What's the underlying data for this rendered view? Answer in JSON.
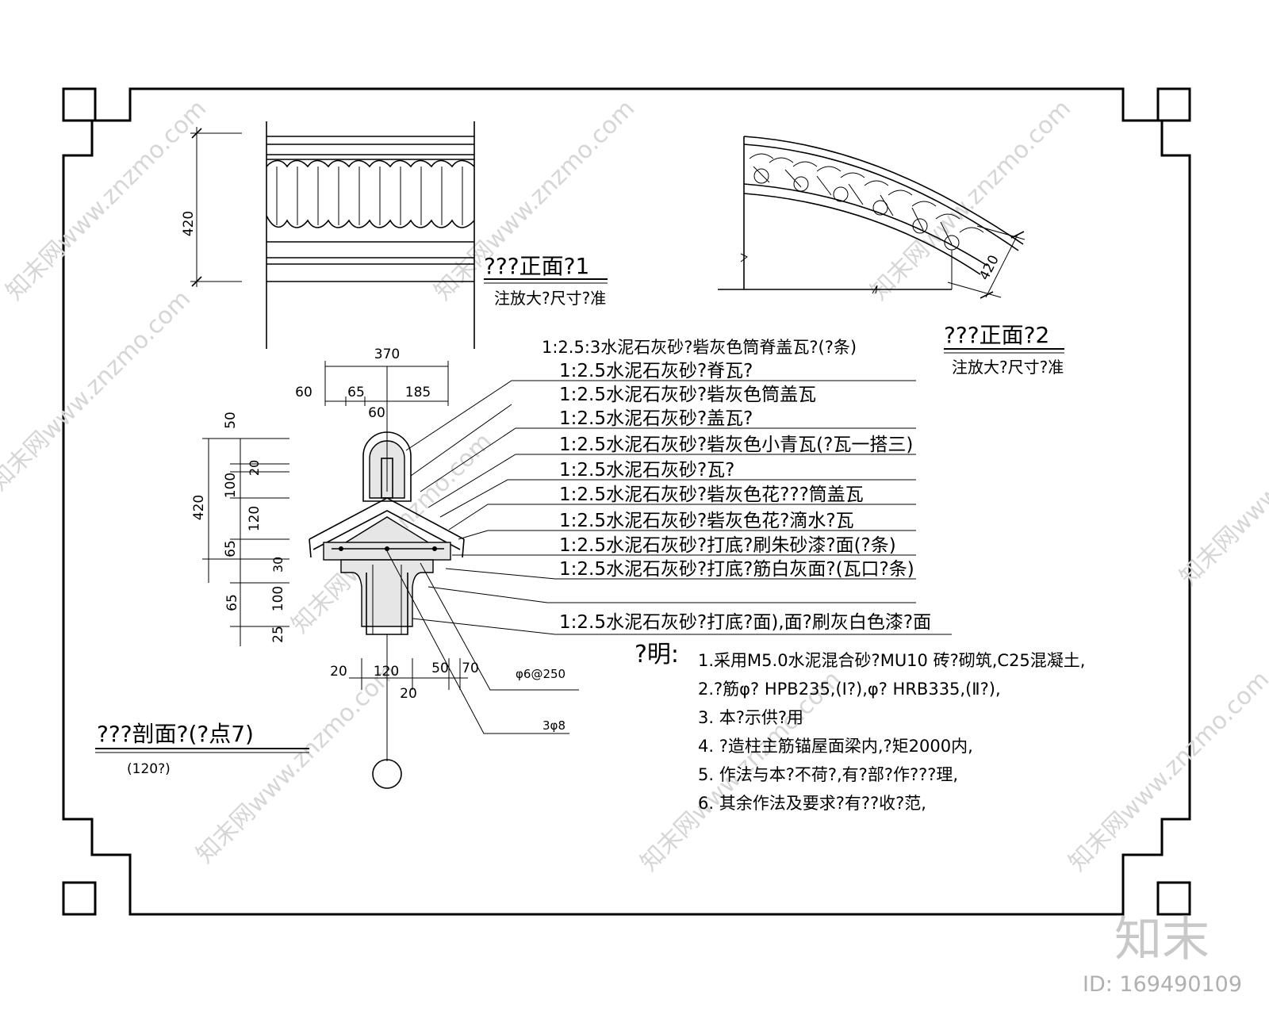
{
  "view1": {
    "title": "???正面?1",
    "subtitle": "注放大?尺寸?准",
    "dim_height": "420"
  },
  "view2": {
    "title": "???正面?2",
    "subtitle": "注放大?尺寸?准",
    "dim_height": "420"
  },
  "section": {
    "title": "???剖面?(?点7)",
    "subtitle": "(120?)",
    "dims_top": [
      "370",
      "60",
      "65",
      "185",
      "60"
    ],
    "dims_left_outer": [
      "420",
      "65"
    ],
    "dims_left_inner": [
      "50",
      "20",
      "100",
      "120",
      "65",
      "30",
      "100",
      "25"
    ],
    "dims_bottom": [
      "20",
      "120",
      "20",
      "50",
      "70"
    ],
    "rebar_labels": [
      "φ6@250",
      "3φ8"
    ]
  },
  "callouts": [
    "1:2.5:3水泥石灰砂?砦灰色筒脊盖瓦?(?条)",
    "1:2.5水泥石灰砂?脊瓦?",
    "1:2.5水泥石灰砂?砦灰色筒盖瓦",
    "1:2.5水泥石灰砂?盖瓦?",
    "1:2.5水泥石灰砂?砦灰色小青瓦(?瓦一搭三)",
    "1:2.5水泥石灰砂?瓦?",
    "1:2.5水泥石灰砂?砦灰色花???筒盖瓦",
    "1:2.5水泥石灰砂?砦灰色花?滴水?瓦",
    "1:2.5水泥石灰砂?打底?刷朱砂漆?面(?条)",
    "1:2.5水泥石灰砂?打底?筋白灰面?(瓦口?条)",
    "1:2.5水泥石灰砂?打底?面),面?刷灰白色漆?面"
  ],
  "notes": {
    "heading": "?明:",
    "items": [
      "1.采用M5.0水泥混合砂?MU10 砖?砌筑,C25混凝土,",
      "2.?筋φ? HPB235,(Ⅰ?),φ? HRB335,(Ⅱ?),",
      "3. 本?示供?用",
      "4. ?造柱主筋锚屋面梁内,?矩2000内,",
      "5. 作法与本?不荷?,有?部?作???理,",
      "6. 其余作法及要求?有??收?范,"
    ]
  },
  "watermark": {
    "logo": "知末",
    "id_text": "ID: 169490109",
    "site": "知末网www.znzmo.com"
  }
}
